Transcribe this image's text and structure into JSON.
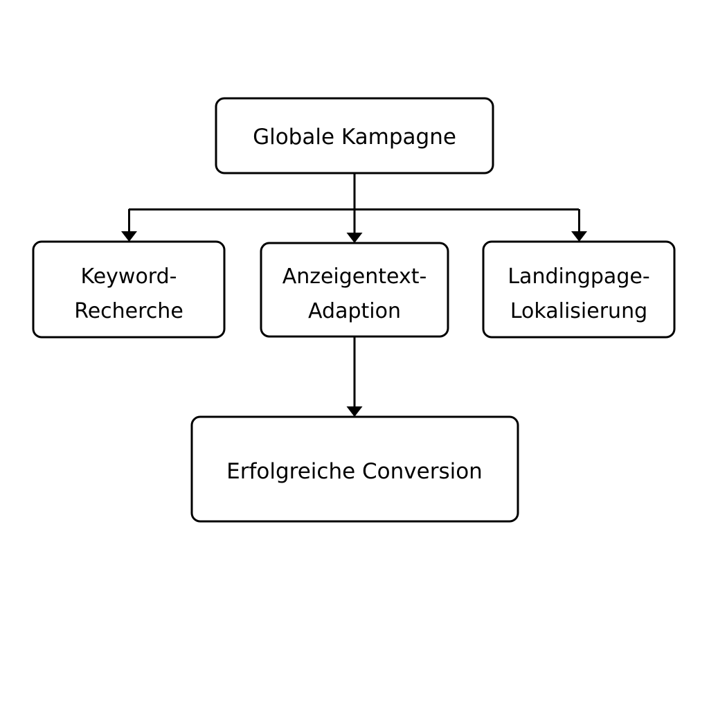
{
  "diagram": {
    "type": "flowchart",
    "orientation": "top-down",
    "background_color": "#ffffff",
    "stroke_color": "#000000",
    "text_color": "#000000",
    "nodes": [
      {
        "id": "globale-kampagne",
        "label": "Globale Kampagne",
        "lines": [
          "Globale Kampagne"
        ],
        "level": 0
      },
      {
        "id": "keyword-recherche",
        "label": "Keyword-Recherche",
        "lines": [
          "Keyword-",
          "Recherche"
        ],
        "level": 1
      },
      {
        "id": "anzeigentext-adaption",
        "label": "Anzeigentext-Adaption",
        "lines": [
          "Anzeigentext-",
          "Adaption"
        ],
        "level": 1
      },
      {
        "id": "landingpage-lokalisierung",
        "label": "Landingpage-Lokalisierung",
        "lines": [
          "Landingpage-",
          "Lokalisierung"
        ],
        "level": 1
      },
      {
        "id": "erfolgreiche-conversion",
        "label": "Erfolgreiche Conversion",
        "lines": [
          "Erfolgreiche Conversion"
        ],
        "level": 2
      }
    ],
    "edges": [
      {
        "from": "globale-kampagne",
        "to": "keyword-recherche",
        "style": "elbow-arrow"
      },
      {
        "from": "globale-kampagne",
        "to": "anzeigentext-adaption",
        "style": "straight-arrow"
      },
      {
        "from": "globale-kampagne",
        "to": "landingpage-lokalisierung",
        "style": "elbow-arrow"
      },
      {
        "from": "anzeigentext-adaption",
        "to": "erfolgreiche-conversion",
        "style": "straight-arrow"
      }
    ]
  },
  "labels": {
    "root": "Globale Kampagne",
    "branch1_line1": "Keyword-",
    "branch1_line2": "Recherche",
    "branch2_line1": "Anzeigentext-",
    "branch2_line2": "Adaption",
    "branch3_line1": "Landingpage-",
    "branch3_line2": "Lokalisierung",
    "result": "Erfolgreiche Conversion"
  }
}
